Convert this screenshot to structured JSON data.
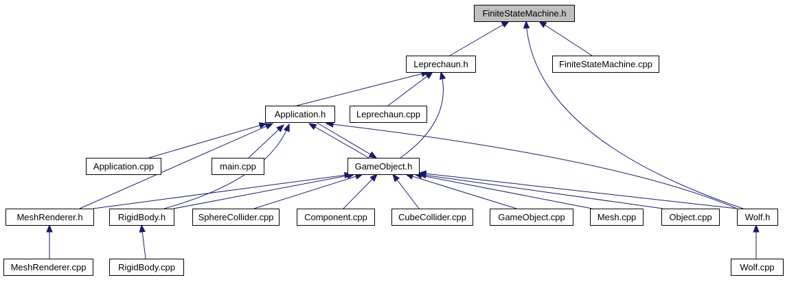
{
  "graph": {
    "title": "FiniteStateMachine.h",
    "colors": {
      "edge": "#191970",
      "node_border": "#000000",
      "root_fill": "#bfbfbf",
      "node_fill": "#ffffff"
    },
    "nodes": [
      {
        "id": "fsm_h",
        "label": "FiniteStateMachine.h",
        "root": true
      },
      {
        "id": "leprechaun_h",
        "label": "Leprechaun.h"
      },
      {
        "id": "fsm_cpp",
        "label": "FiniteStateMachine.cpp"
      },
      {
        "id": "application_h",
        "label": "Application.h"
      },
      {
        "id": "leprechaun_cpp",
        "label": "Leprechaun.cpp"
      },
      {
        "id": "application_cpp",
        "label": "Application.cpp"
      },
      {
        "id": "main_cpp",
        "label": "main.cpp"
      },
      {
        "id": "gameobject_h",
        "label": "GameObject.h"
      },
      {
        "id": "meshrenderer_h",
        "label": "MeshRenderer.h"
      },
      {
        "id": "rigidbody_h",
        "label": "RigidBody.h"
      },
      {
        "id": "spherecollider_cpp",
        "label": "SphereCollider.cpp"
      },
      {
        "id": "component_cpp",
        "label": "Component.cpp"
      },
      {
        "id": "cubecollider_cpp",
        "label": "CubeCollider.cpp"
      },
      {
        "id": "gameobject_cpp",
        "label": "GameObject.cpp"
      },
      {
        "id": "mesh_cpp",
        "label": "Mesh.cpp"
      },
      {
        "id": "object_cpp",
        "label": "Object.cpp"
      },
      {
        "id": "wolf_h",
        "label": "Wolf.h"
      },
      {
        "id": "meshrenderer_cpp",
        "label": "MeshRenderer.cpp"
      },
      {
        "id": "rigidbody_cpp",
        "label": "RigidBody.cpp"
      },
      {
        "id": "wolf_cpp",
        "label": "Wolf.cpp"
      }
    ],
    "edges": [
      {
        "from": "leprechaun_h",
        "to": "fsm_h"
      },
      {
        "from": "fsm_cpp",
        "to": "fsm_h"
      },
      {
        "from": "wolf_h",
        "to": "fsm_h"
      },
      {
        "from": "application_h",
        "to": "leprechaun_h"
      },
      {
        "from": "leprechaun_cpp",
        "to": "leprechaun_h"
      },
      {
        "from": "gameobject_h",
        "to": "leprechaun_h"
      },
      {
        "from": "application_cpp",
        "to": "application_h"
      },
      {
        "from": "main_cpp",
        "to": "application_h"
      },
      {
        "from": "meshrenderer_h",
        "to": "application_h"
      },
      {
        "from": "rigidbody_h",
        "to": "application_h"
      },
      {
        "from": "gameobject_h",
        "to": "application_h"
      },
      {
        "from": "wolf_h",
        "to": "application_h"
      },
      {
        "from": "application_h",
        "to": "gameobject_h"
      },
      {
        "from": "meshrenderer_h",
        "to": "gameobject_h"
      },
      {
        "from": "rigidbody_h",
        "to": "gameobject_h"
      },
      {
        "from": "spherecollider_cpp",
        "to": "gameobject_h"
      },
      {
        "from": "component_cpp",
        "to": "gameobject_h"
      },
      {
        "from": "cubecollider_cpp",
        "to": "gameobject_h"
      },
      {
        "from": "gameobject_cpp",
        "to": "gameobject_h"
      },
      {
        "from": "mesh_cpp",
        "to": "gameobject_h"
      },
      {
        "from": "object_cpp",
        "to": "gameobject_h"
      },
      {
        "from": "wolf_h",
        "to": "gameobject_h"
      },
      {
        "from": "meshrenderer_cpp",
        "to": "meshrenderer_h"
      },
      {
        "from": "rigidbody_cpp",
        "to": "rigidbody_h"
      },
      {
        "from": "wolf_cpp",
        "to": "wolf_h"
      }
    ]
  }
}
